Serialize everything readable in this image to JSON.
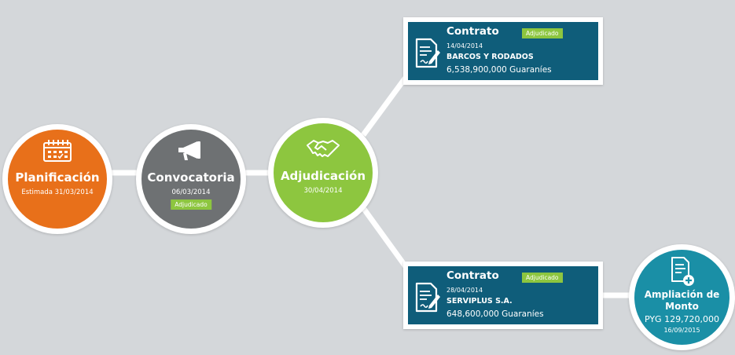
{
  "nodes": {
    "planificacion": {
      "title": "Planificación",
      "date": "Estimada 31/03/2014",
      "color": "#e8701a",
      "icon": "calendar-icon"
    },
    "convocatoria": {
      "title": "Convocatoria",
      "date": "06/03/2014",
      "badge": "Adjudicado",
      "color": "#6e7173",
      "icon": "megaphone-icon"
    },
    "adjudicacion": {
      "title": "Adjudicación",
      "date": "30/04/2014",
      "color": "#8dc63f",
      "icon": "handshake-icon"
    },
    "ampliacion": {
      "title_line1": "Ampliación de",
      "title_line2": "Monto",
      "amount": "PYG 129,720,000",
      "date": "16/09/2015",
      "color": "#1a8fa6",
      "icon": "document-plus-icon"
    }
  },
  "contracts": [
    {
      "title": "Contrato",
      "badge": "Adjudicado",
      "date": "14/04/2014",
      "supplier": "BARCOS Y RODADOS",
      "amount": "6,538,900,000 Guaraníes",
      "icon": "contract-sign-icon"
    },
    {
      "title": "Contrato",
      "badge": "Adjudicado",
      "date": "28/04/2014",
      "supplier": "SERVIPLUS S.A.",
      "amount": "648,600,000 Guaraníes",
      "icon": "contract-sign-icon"
    }
  ],
  "colors": {
    "background": "#d4d7da",
    "connector": "#ffffff",
    "badge": "#8dc63f",
    "card": "#0f5d7a"
  }
}
